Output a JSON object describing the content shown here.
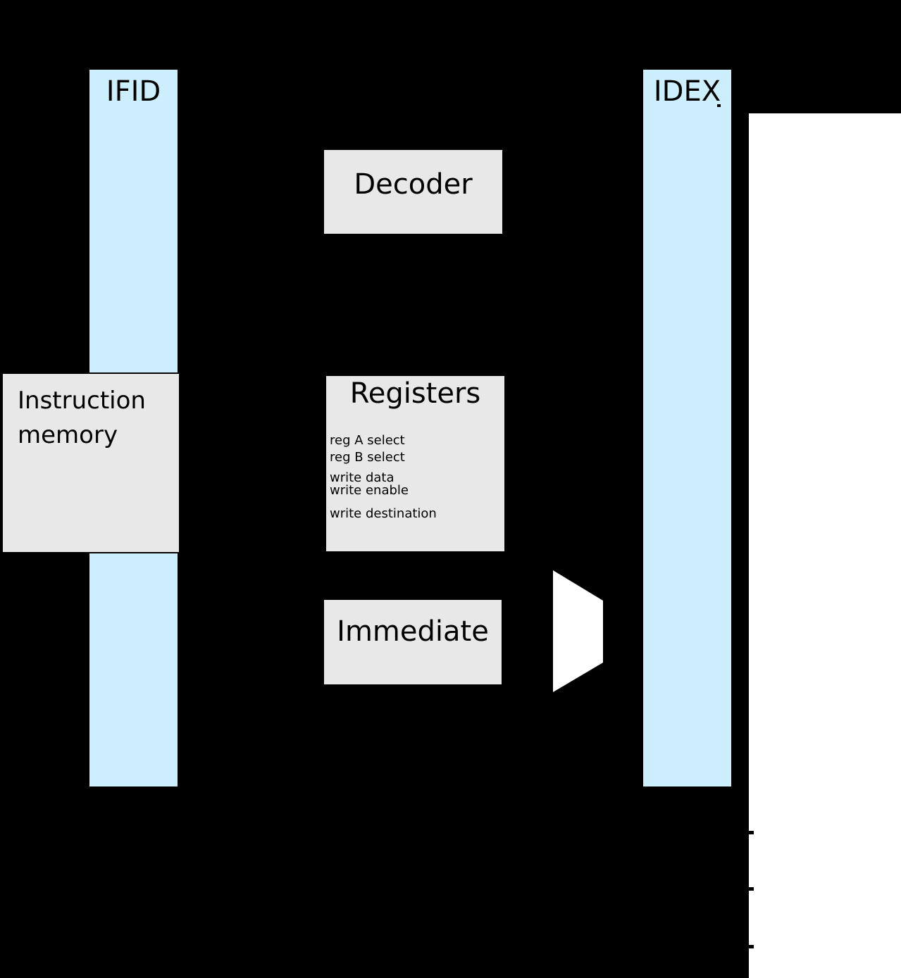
{
  "diagram": {
    "type": "cpu-pipeline-stage-diagram",
    "pipeline_registers": [
      {
        "id": "ifid",
        "label": "IFID"
      },
      {
        "id": "idex",
        "label": "IDEX"
      }
    ],
    "blocks": {
      "instruction_memory": {
        "label": "Instruction memory",
        "line1": "Instruction",
        "line2": "memory"
      },
      "decoder": {
        "label": "Decoder"
      },
      "registers": {
        "title": "Registers",
        "ports": [
          {
            "label": "reg A select"
          },
          {
            "label": "reg B select"
          },
          {
            "label": "write data"
          },
          {
            "label": "write enable"
          },
          {
            "label": "write destination"
          }
        ]
      },
      "immediate": {
        "label": "Immediate"
      }
    },
    "mux": {
      "shape": "trapezoid",
      "fill": "#ffffff"
    }
  },
  "colors": {
    "background": "#000000",
    "pipeline_register_fill": "#cdeefc",
    "block_fill": "#e8e8e8",
    "block_border": "#000000",
    "mux_fill": "#ffffff",
    "right_panel_fill": "#ffffff",
    "text": "#000000"
  }
}
